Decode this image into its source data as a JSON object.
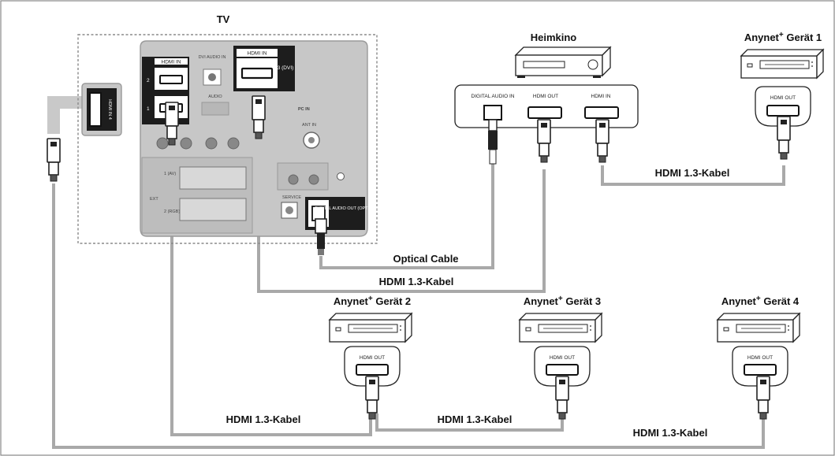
{
  "tv": {
    "title": "TV",
    "port_hdmi_in": "HDMI IN",
    "port_hdmi_in_4": "HDMI IN 4",
    "port_dvi_audio_in": "DVI AUDIO IN",
    "port_3_dvi": "3 (DVI)",
    "port_num_2": "2",
    "port_num_1": "1",
    "port_audio": "AUDIO",
    "port_pc_in": "PC IN",
    "port_ant_in": "ANT IN",
    "port_ext": "EXT",
    "port_ext_av": "1 (AV)",
    "port_ext_rgb": "2 (RGB)",
    "port_service": "SERVICE",
    "port_digital_audio_out": "DIGITAL AUDIO OUT (OPTICAL)"
  },
  "home_theater": {
    "title": "Heimkino",
    "port_digital_audio_in": "DIGITAL AUDIO IN",
    "port_hdmi_out": "HDMI OUT",
    "port_hdmi_in": "HDMI IN"
  },
  "devices": [
    {
      "title": "Anynet",
      "sup": "+",
      "suffix": " Gerät 1",
      "port": "HDMI OUT"
    },
    {
      "title": "Anynet",
      "sup": "+",
      "suffix": " Gerät 2",
      "port": "HDMI OUT"
    },
    {
      "title": "Anynet",
      "sup": "+",
      "suffix": " Gerät 3",
      "port": "HDMI OUT"
    },
    {
      "title": "Anynet",
      "sup": "+",
      "suffix": " Gerät 4",
      "port": "HDMI OUT"
    }
  ],
  "cables": {
    "optical": "Optical Cable",
    "hdmi_tv_heimkino": "HDMI 1.3-Kabel",
    "hdmi_heimkino_g1": "HDMI 1.3-Kabel",
    "hdmi_tv_g2": "HDMI 1.3-Kabel",
    "hdmi_g2_g3": "HDMI 1.3-Kabel",
    "hdmi_g4": "HDMI 1.3-Kabel"
  },
  "colors": {
    "cable": "#a9a9a9",
    "panel": "#c7c7c7",
    "panel_border": "#9a9a9a",
    "frame_border": "#888888"
  }
}
